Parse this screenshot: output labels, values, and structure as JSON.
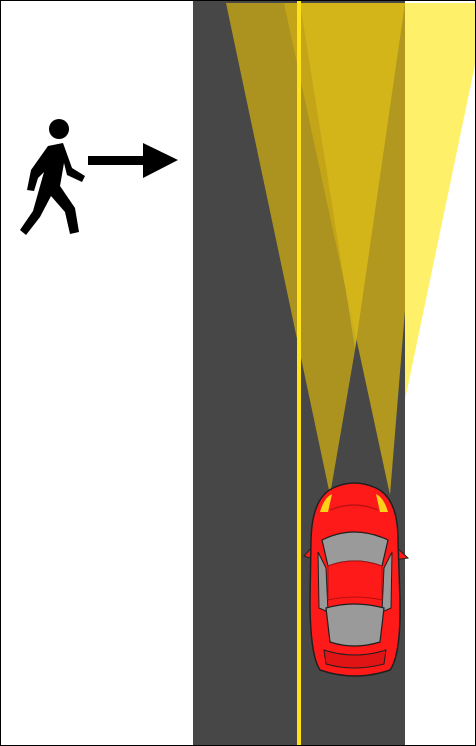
{
  "scene": {
    "ground_color": "#ffffff",
    "border_color": "#000000",
    "road_color": "#474747",
    "center_line_color": "#ffe11a",
    "beam_color_dim": "#c9a916",
    "beam_color_bright": "#fff06a",
    "car_color": "#ff1a1a",
    "car_glass_color": "#9a9a9a",
    "pedestrian_color": "#000000"
  },
  "elements": {
    "pedestrian": {
      "icon": "pedestrian-walking-icon",
      "direction": "right"
    },
    "arrow": {
      "icon": "arrow-right-icon"
    },
    "car": {
      "icon": "red-sports-car-topview",
      "headlights": "on"
    }
  }
}
